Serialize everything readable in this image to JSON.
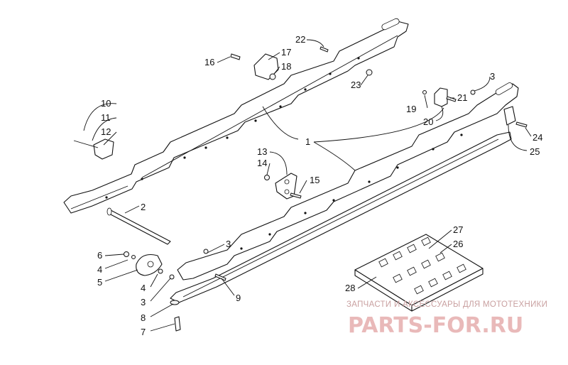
{
  "diagram": {
    "callouts": {
      "c1": "1",
      "c2": "2",
      "c3a": "3",
      "c3b": "3",
      "c3c": "3",
      "c4a": "4",
      "c4b": "4",
      "c5": "5",
      "c6": "6",
      "c7": "7",
      "c8": "8",
      "c9": "9",
      "c10": "10",
      "c11": "11",
      "c12": "12",
      "c13": "13",
      "c14": "14",
      "c15": "15",
      "c16": "16",
      "c17": "17",
      "c18": "18",
      "c19": "19",
      "c20": "20",
      "c21": "21",
      "c22": "22",
      "c23": "23",
      "c24": "24",
      "c25": "25",
      "c26": "26",
      "c27": "27",
      "c28": "28"
    }
  },
  "watermark": {
    "tagline": "ЗАПЧАСТИ И АКСЕССУАРЫ ДЛЯ МОТОТЕХНИКИ",
    "brand": "PARTS-FOR.RU"
  },
  "colors": {
    "ink": "#111111",
    "watermark": "#e9b9b9"
  }
}
